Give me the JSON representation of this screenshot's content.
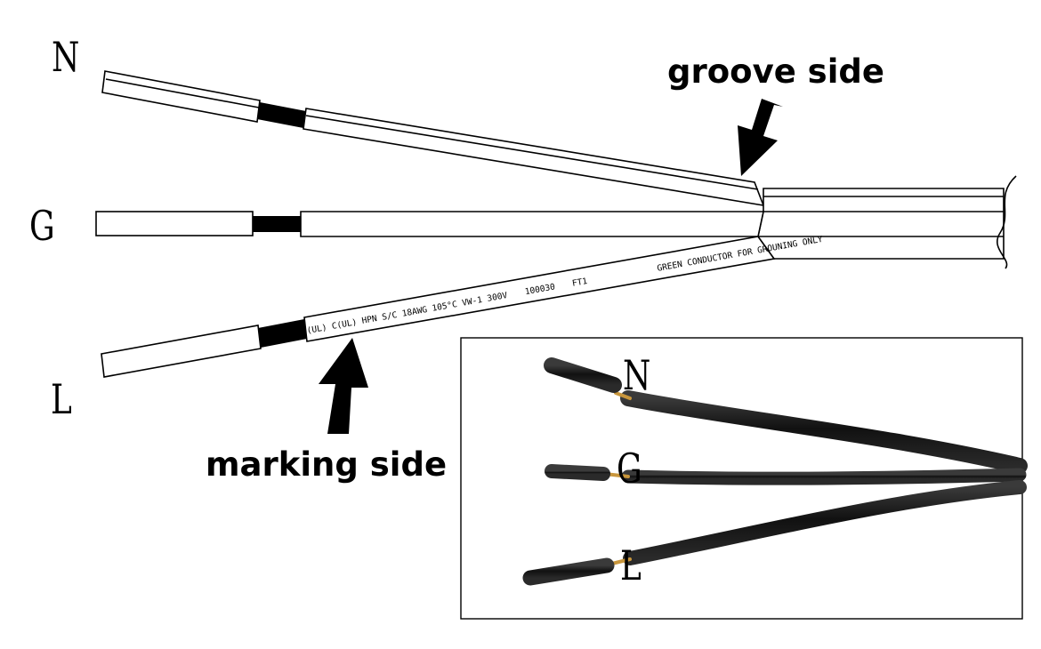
{
  "labels": {
    "neutral": "N",
    "ground": "G",
    "line": "L"
  },
  "callouts": {
    "groove": "groove side",
    "marking": "marking side"
  },
  "print": {
    "rating": "(UL) C(UL) HPN S/C 18AWG 105°C VW-1 300V",
    "code": "100030",
    "lot": "FT1",
    "notice": "GREEN CONDUCTOR FOR GROUNING ONLY"
  },
  "inset": {
    "neutral": "N",
    "ground": "G",
    "line": "L"
  },
  "colors": {
    "ink": "#000000",
    "cable": "#1a1a1a",
    "copper": "#c8963c"
  }
}
